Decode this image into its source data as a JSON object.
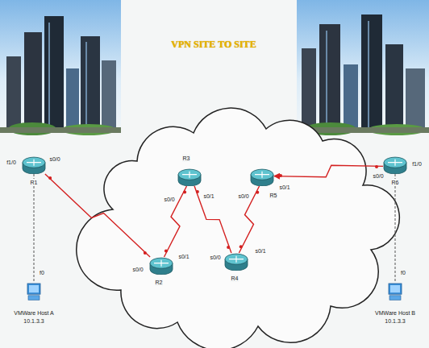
{
  "diagram": {
    "title": "VPN SITE TO SITE",
    "nodes": [
      {
        "text": [
          "R1"
        ]
      },
      {
        "text": [
          "R3"
        ]
      },
      {
        "text": [
          "R5"
        ]
      },
      {
        "text": [
          "R6"
        ]
      },
      {
        "text": [
          "R2"
        ]
      },
      {
        "text": [
          "R4"
        ]
      },
      {
        "text": [
          "VMWare Host A",
          "10.1.3.3"
        ]
      },
      {
        "text": [
          "VMWare Host B",
          "10.1.3.3"
        ]
      }
    ],
    "edges": [
      {
        "from": 0,
        "to": 4,
        "arrow": "none"
      },
      {
        "from": 4,
        "to": 1,
        "arrow": "none"
      },
      {
        "from": 1,
        "to": 5,
        "arrow": "none"
      },
      {
        "from": 5,
        "to": 2,
        "arrow": "none"
      },
      {
        "from": 3,
        "to": 2,
        "arrow": "to"
      },
      {
        "from": 0,
        "to": 6,
        "arrow": "none"
      },
      {
        "from": 3,
        "to": 7,
        "arrow": "none"
      }
    ],
    "labels": [
      "f1/0",
      "s0/0",
      "f0",
      "s0/0",
      "s0/1",
      "s0/0",
      "s0/1",
      "s0/0",
      "f1/0",
      "f0",
      "s0/0",
      "s0/1",
      "s0/0",
      "s0/1"
    ]
  }
}
